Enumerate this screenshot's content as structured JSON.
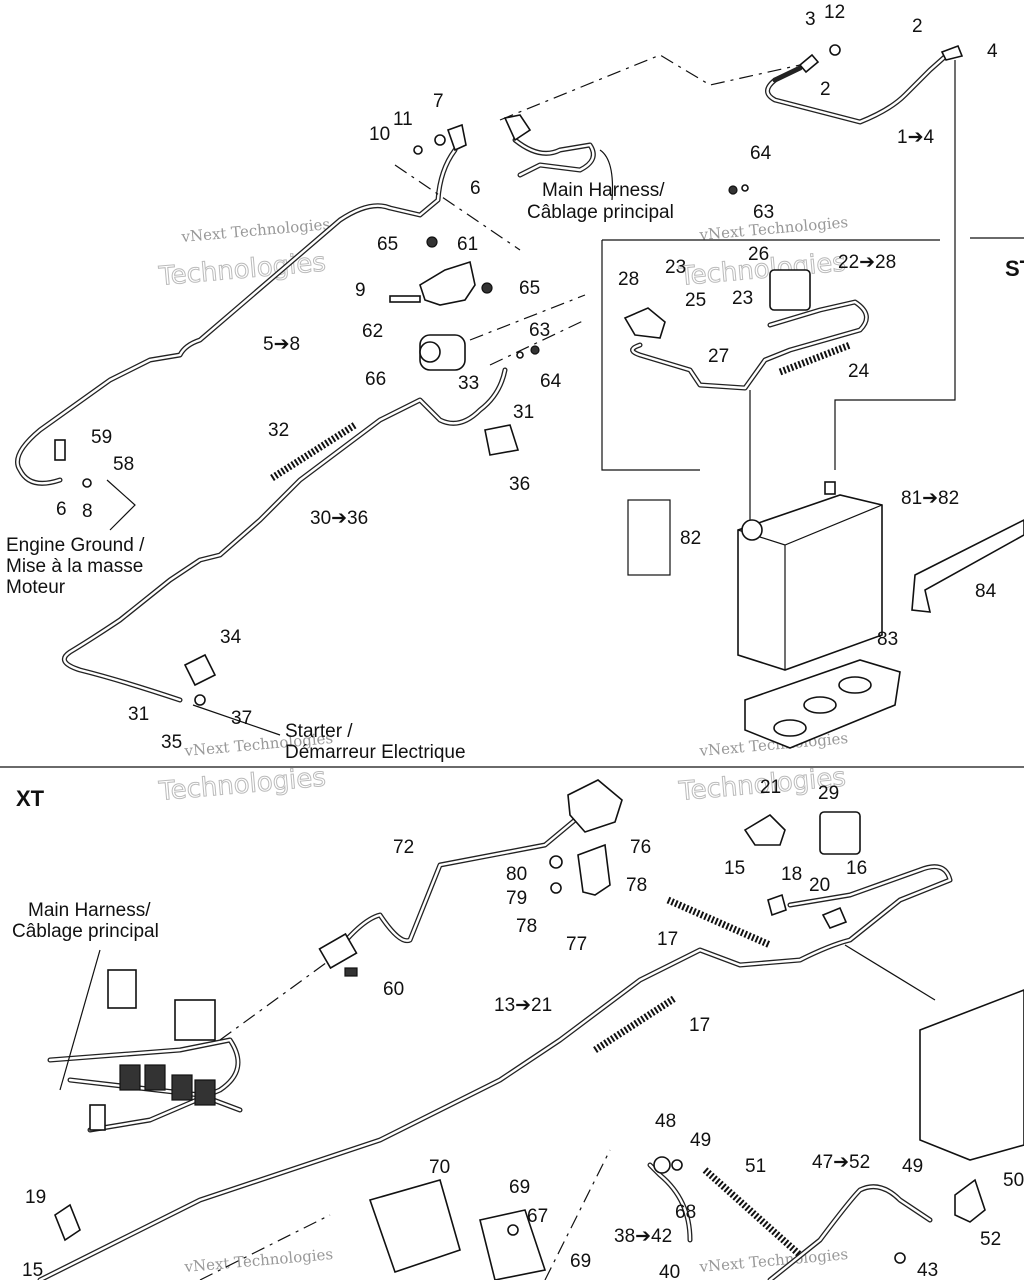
{
  "sections": {
    "top_right": "ST",
    "bottom": "XT"
  },
  "callouts": {
    "c12": "12",
    "c3": "3",
    "c2a": "2",
    "c4": "4",
    "c2b": "2",
    "c1_4": "1➔4",
    "c7": "7",
    "c11": "11",
    "c10": "10",
    "c6a": "6",
    "c64a": "64",
    "c63a": "63",
    "c65a": "65",
    "c61": "61",
    "c9": "9",
    "c65b": "65",
    "c62": "62",
    "c63b": "63",
    "c66": "66",
    "c33": "33",
    "c64b": "64",
    "c31a": "31",
    "c5_8": "5➔8",
    "c59": "59",
    "c58": "58",
    "c6b": "6",
    "c8": "8",
    "c32": "32",
    "c30_36": "30➔36",
    "c36": "36",
    "c34": "34",
    "c31b": "31",
    "c37": "37",
    "c35": "35",
    "c28": "28",
    "c23a": "23",
    "c26": "26",
    "c22_28": "22➔28",
    "c25": "25",
    "c23b": "23",
    "c27": "27",
    "c24": "24",
    "c81_82": "81➔82",
    "c82": "82",
    "c84": "84",
    "c83": "83",
    "c21a": "21",
    "c29": "29",
    "c15a": "15",
    "c18": "18",
    "c16": "16",
    "c20": "20",
    "c17a": "17",
    "c17b": "17",
    "c13_21": "13➔21",
    "c72": "72",
    "c76": "76",
    "c80": "80",
    "c79": "79",
    "c78a": "78",
    "c78b": "78",
    "c77": "77",
    "c60": "60",
    "c48": "48",
    "c49a": "49",
    "c51": "51",
    "c47_52": "47➔52",
    "c49b": "49",
    "c50": "50",
    "c52": "52",
    "c68": "68",
    "c70": "70",
    "c69a": "69",
    "c67": "67",
    "c69b": "69",
    "c38_42": "38➔42",
    "c40": "40",
    "c43": "43",
    "c19": "19",
    "c15b": "15"
  },
  "notes": {
    "main_harness_top_1": "Main Harness/",
    "main_harness_top_2": "Câblage principal",
    "engine_ground_1": "Engine Ground /",
    "engine_ground_2": "Mise à la masse",
    "engine_ground_3": "Moteur",
    "starter_1": "Starter /",
    "starter_2": "Démarreur Electrique",
    "main_harness_bottom_1": "Main Harness/",
    "main_harness_bottom_2": "Câblage principal"
  },
  "watermark": {
    "line1": "vNext Technologies",
    "line2": "Technologies"
  }
}
